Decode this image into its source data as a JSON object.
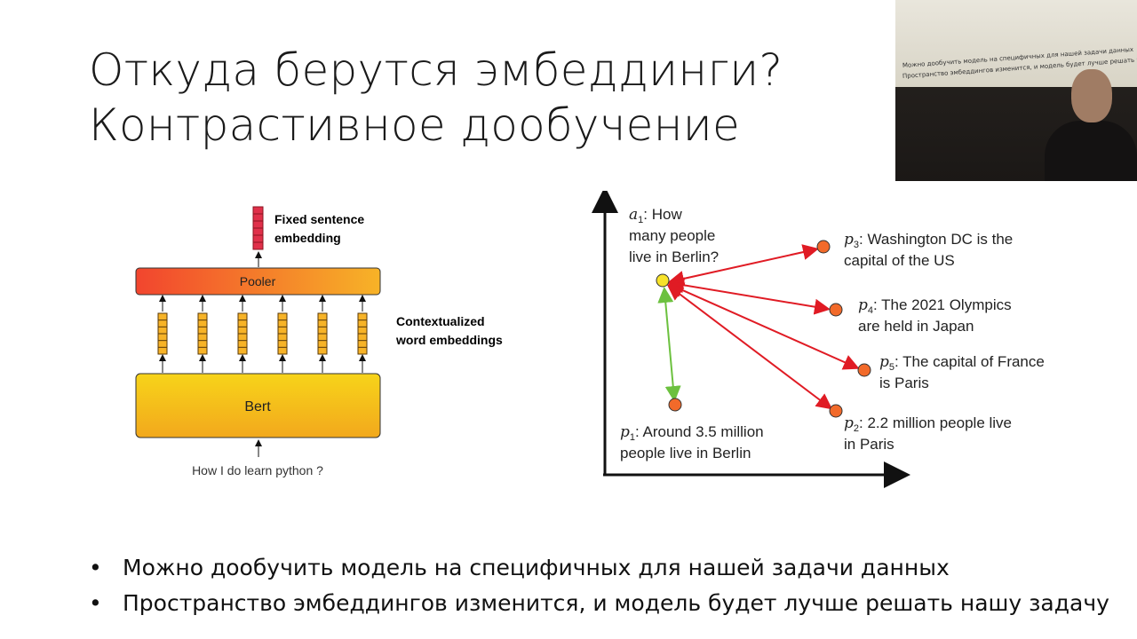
{
  "slide": {
    "title_line1": "Откуда берутся эмбеддинги?",
    "title_line2": "Контрастивное дообучение"
  },
  "bert_diagram": {
    "fixed_embedding_line1": "Fixed sentence",
    "fixed_embedding_line2": "embedding",
    "pooler_label": "Pooler",
    "contextual_line1": "Contextualized",
    "contextual_line2": "word embeddings",
    "bert_label": "Bert",
    "input_text": "How I do learn python ?",
    "colors": {
      "pooler_left": "#f2452e",
      "pooler_right": "#f7b327",
      "bert_top": "#f7d41a",
      "bert_bottom": "#f2a81c",
      "fixed_embedding": "#e0304a"
    }
  },
  "embedding_space": {
    "a1_sym": "a",
    "a1_sub": "1",
    "a1_line1": ": How",
    "a1_line2": "many people",
    "a1_line3": "live in Berlin?",
    "p3_sym": "p",
    "p3_sub": "3",
    "p3_line1": ": Washington DC is the",
    "p3_line2": "capital of the US",
    "p4_sym": "p",
    "p4_sub": "4",
    "p4_line1": ": The 2021 Olympics",
    "p4_line2": "are held in Japan",
    "p5_sym": "p",
    "p5_sub": "5",
    "p5_line1": ": The capital of France",
    "p5_line2": "is Paris",
    "p2_sym": "p",
    "p2_sub": "2",
    "p2_line1": ": 2.2 million people live",
    "p2_line2": "in Paris",
    "p1_sym": "p",
    "p1_sub": "1",
    "p1_line1": ": Around 3.5 million",
    "p1_line2": "people live in Berlin",
    "colors": {
      "anchor": "#f7e22a",
      "point": "#f26a2a",
      "negative_arrow": "#e01b24",
      "positive_arrow": "#6cc13f"
    }
  },
  "bullets": [
    "Можно дообучить модель на специфичных для нашей задачи данных",
    "Пространство эмбеддингов изменится, и модель будет лучше решать нашу задачу"
  ],
  "bullet_symbol": "•",
  "webcam": {
    "slide_line1": "Можно дообучить модель на специфичных для нашей задачи данных",
    "slide_line2": "Пространство эмбеддингов изменится, и модель будет лучше решать нашу задачу"
  }
}
